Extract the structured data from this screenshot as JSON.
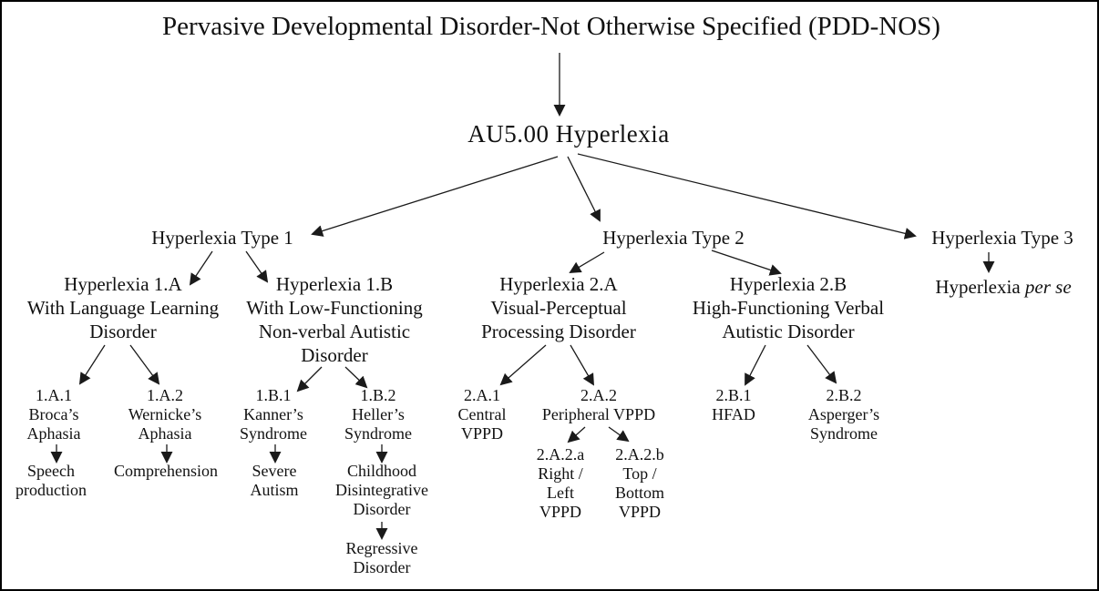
{
  "diagram": {
    "title": "Pervasive Developmental Disorder-Not Otherwise Specified (PDD-NOS)",
    "root": {
      "label": "AU5.00 Hyperlexia"
    },
    "nodes": {
      "type1": {
        "lines": [
          "Hyperlexia Type 1"
        ]
      },
      "type2": {
        "lines": [
          "Hyperlexia Type 2"
        ]
      },
      "type3": {
        "lines": [
          "Hyperlexia Type 3"
        ]
      },
      "h1a": {
        "lines": [
          "Hyperlexia 1.A",
          "With Language Learning",
          "Disorder"
        ]
      },
      "h1b": {
        "lines": [
          "Hyperlexia 1.B",
          "With Low-Functioning",
          "Non-verbal Autistic",
          "Disorder"
        ]
      },
      "h2a": {
        "lines": [
          "Hyperlexia 2.A",
          "Visual-Perceptual",
          "Processing Disorder"
        ]
      },
      "h2b": {
        "lines": [
          "Hyperlexia 2.B",
          "High-Functioning Verbal",
          "Autistic Disorder"
        ]
      },
      "perse": {
        "normal": "Hyperlexia ",
        "italic": "per se"
      },
      "n1a1": {
        "lines": [
          "1.A.1",
          "Broca’s",
          "Aphasia"
        ]
      },
      "n1a2": {
        "lines": [
          "1.A.2",
          "Wernicke’s",
          "Aphasia"
        ]
      },
      "n1b1": {
        "lines": [
          "1.B.1",
          "Kanner’s",
          "Syndrome"
        ]
      },
      "n1b2": {
        "lines": [
          "1.B.2",
          "Heller’s",
          "Syndrome"
        ]
      },
      "n2a1": {
        "lines": [
          "2.A.1",
          "Central",
          "VPPD"
        ]
      },
      "n2a2": {
        "lines": [
          "2.A.2",
          "Peripheral VPPD"
        ]
      },
      "n2b1": {
        "lines": [
          "2.B.1",
          "HFAD"
        ]
      },
      "n2b2": {
        "lines": [
          "2.B.2",
          "Asperger’s",
          "Syndrome"
        ]
      },
      "speech": {
        "lines": [
          "Speech",
          "production"
        ]
      },
      "comprehension": {
        "lines": [
          "Comprehension"
        ]
      },
      "severe": {
        "lines": [
          "Severe",
          "Autism"
        ]
      },
      "cdd": {
        "lines": [
          "Childhood",
          "Disintegrative",
          "Disorder"
        ]
      },
      "regressive": {
        "lines": [
          "Regressive",
          "Disorder"
        ]
      },
      "n2a2a": {
        "lines": [
          "2.A.2.a",
          "Right /",
          "Left",
          "VPPD"
        ]
      },
      "n2a2b": {
        "lines": [
          "2.A.2.b",
          "Top /",
          "Bottom",
          "VPPD"
        ]
      }
    },
    "colors": {
      "ink": "#111111",
      "background": "#ffffff",
      "border": "#000000"
    }
  }
}
